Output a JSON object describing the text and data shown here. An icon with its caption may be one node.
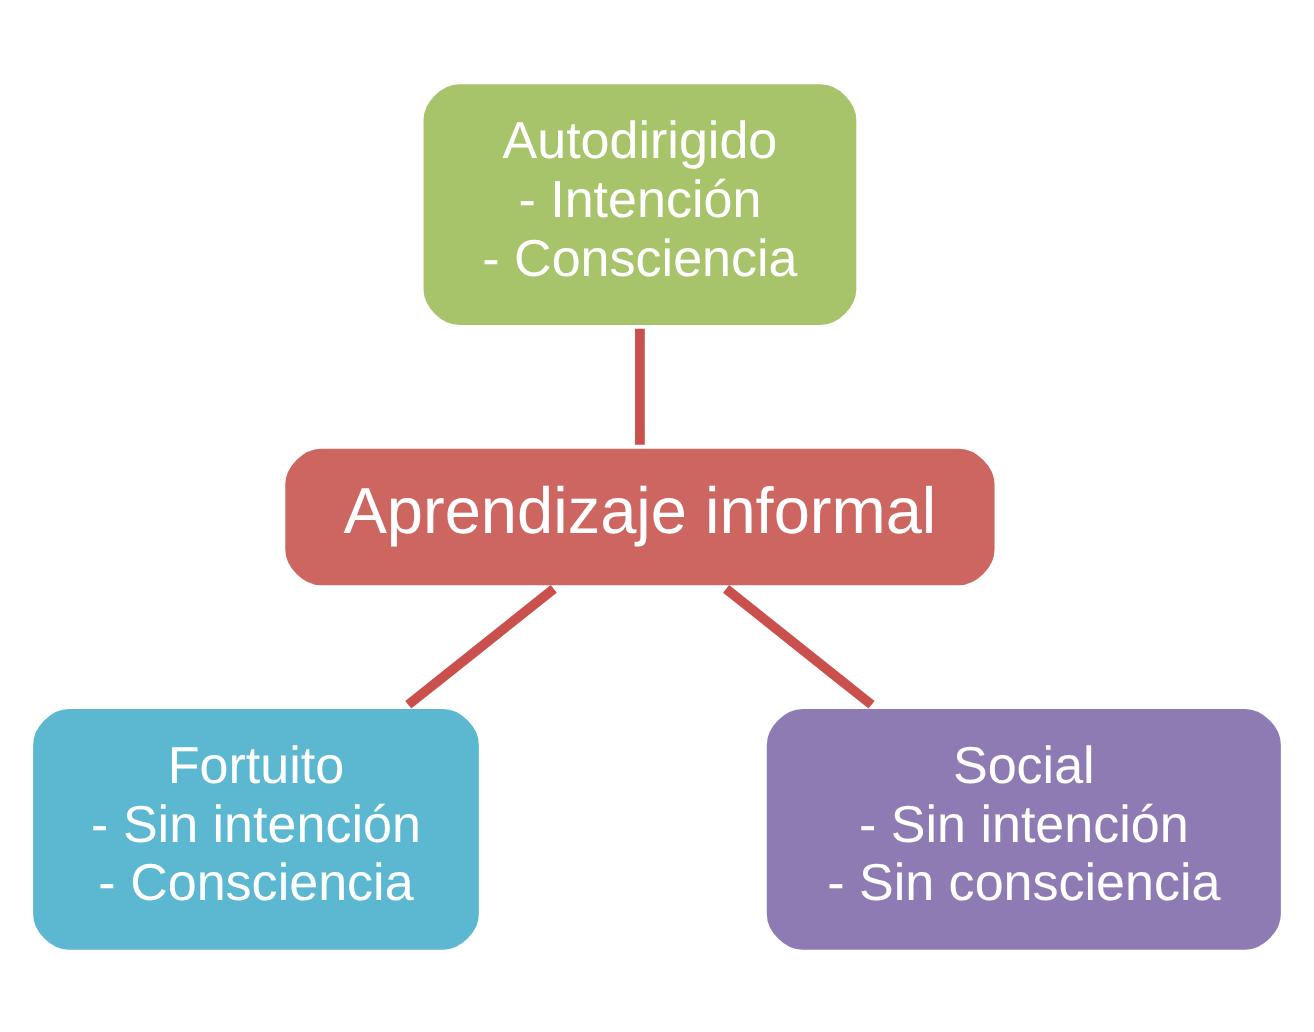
{
  "diagram": {
    "nodes": [
      {
        "text": [
          "Autodirigido",
          "- Intención",
          "- Consciencia"
        ]
      },
      {
        "text": [
          "Aprendizaje informal"
        ]
      },
      {
        "text": [
          "Fortuito",
          "- Sin intención",
          "- Consciencia"
        ]
      },
      {
        "text": [
          "Social",
          "- Sin intención",
          "- Sin consciencia"
        ]
      }
    ],
    "edges": [
      {
        "from": 0,
        "to": 1,
        "arrow": "none"
      },
      {
        "from": 1,
        "to": 2,
        "arrow": "none"
      },
      {
        "from": 1,
        "to": 3,
        "arrow": "none"
      }
    ]
  }
}
